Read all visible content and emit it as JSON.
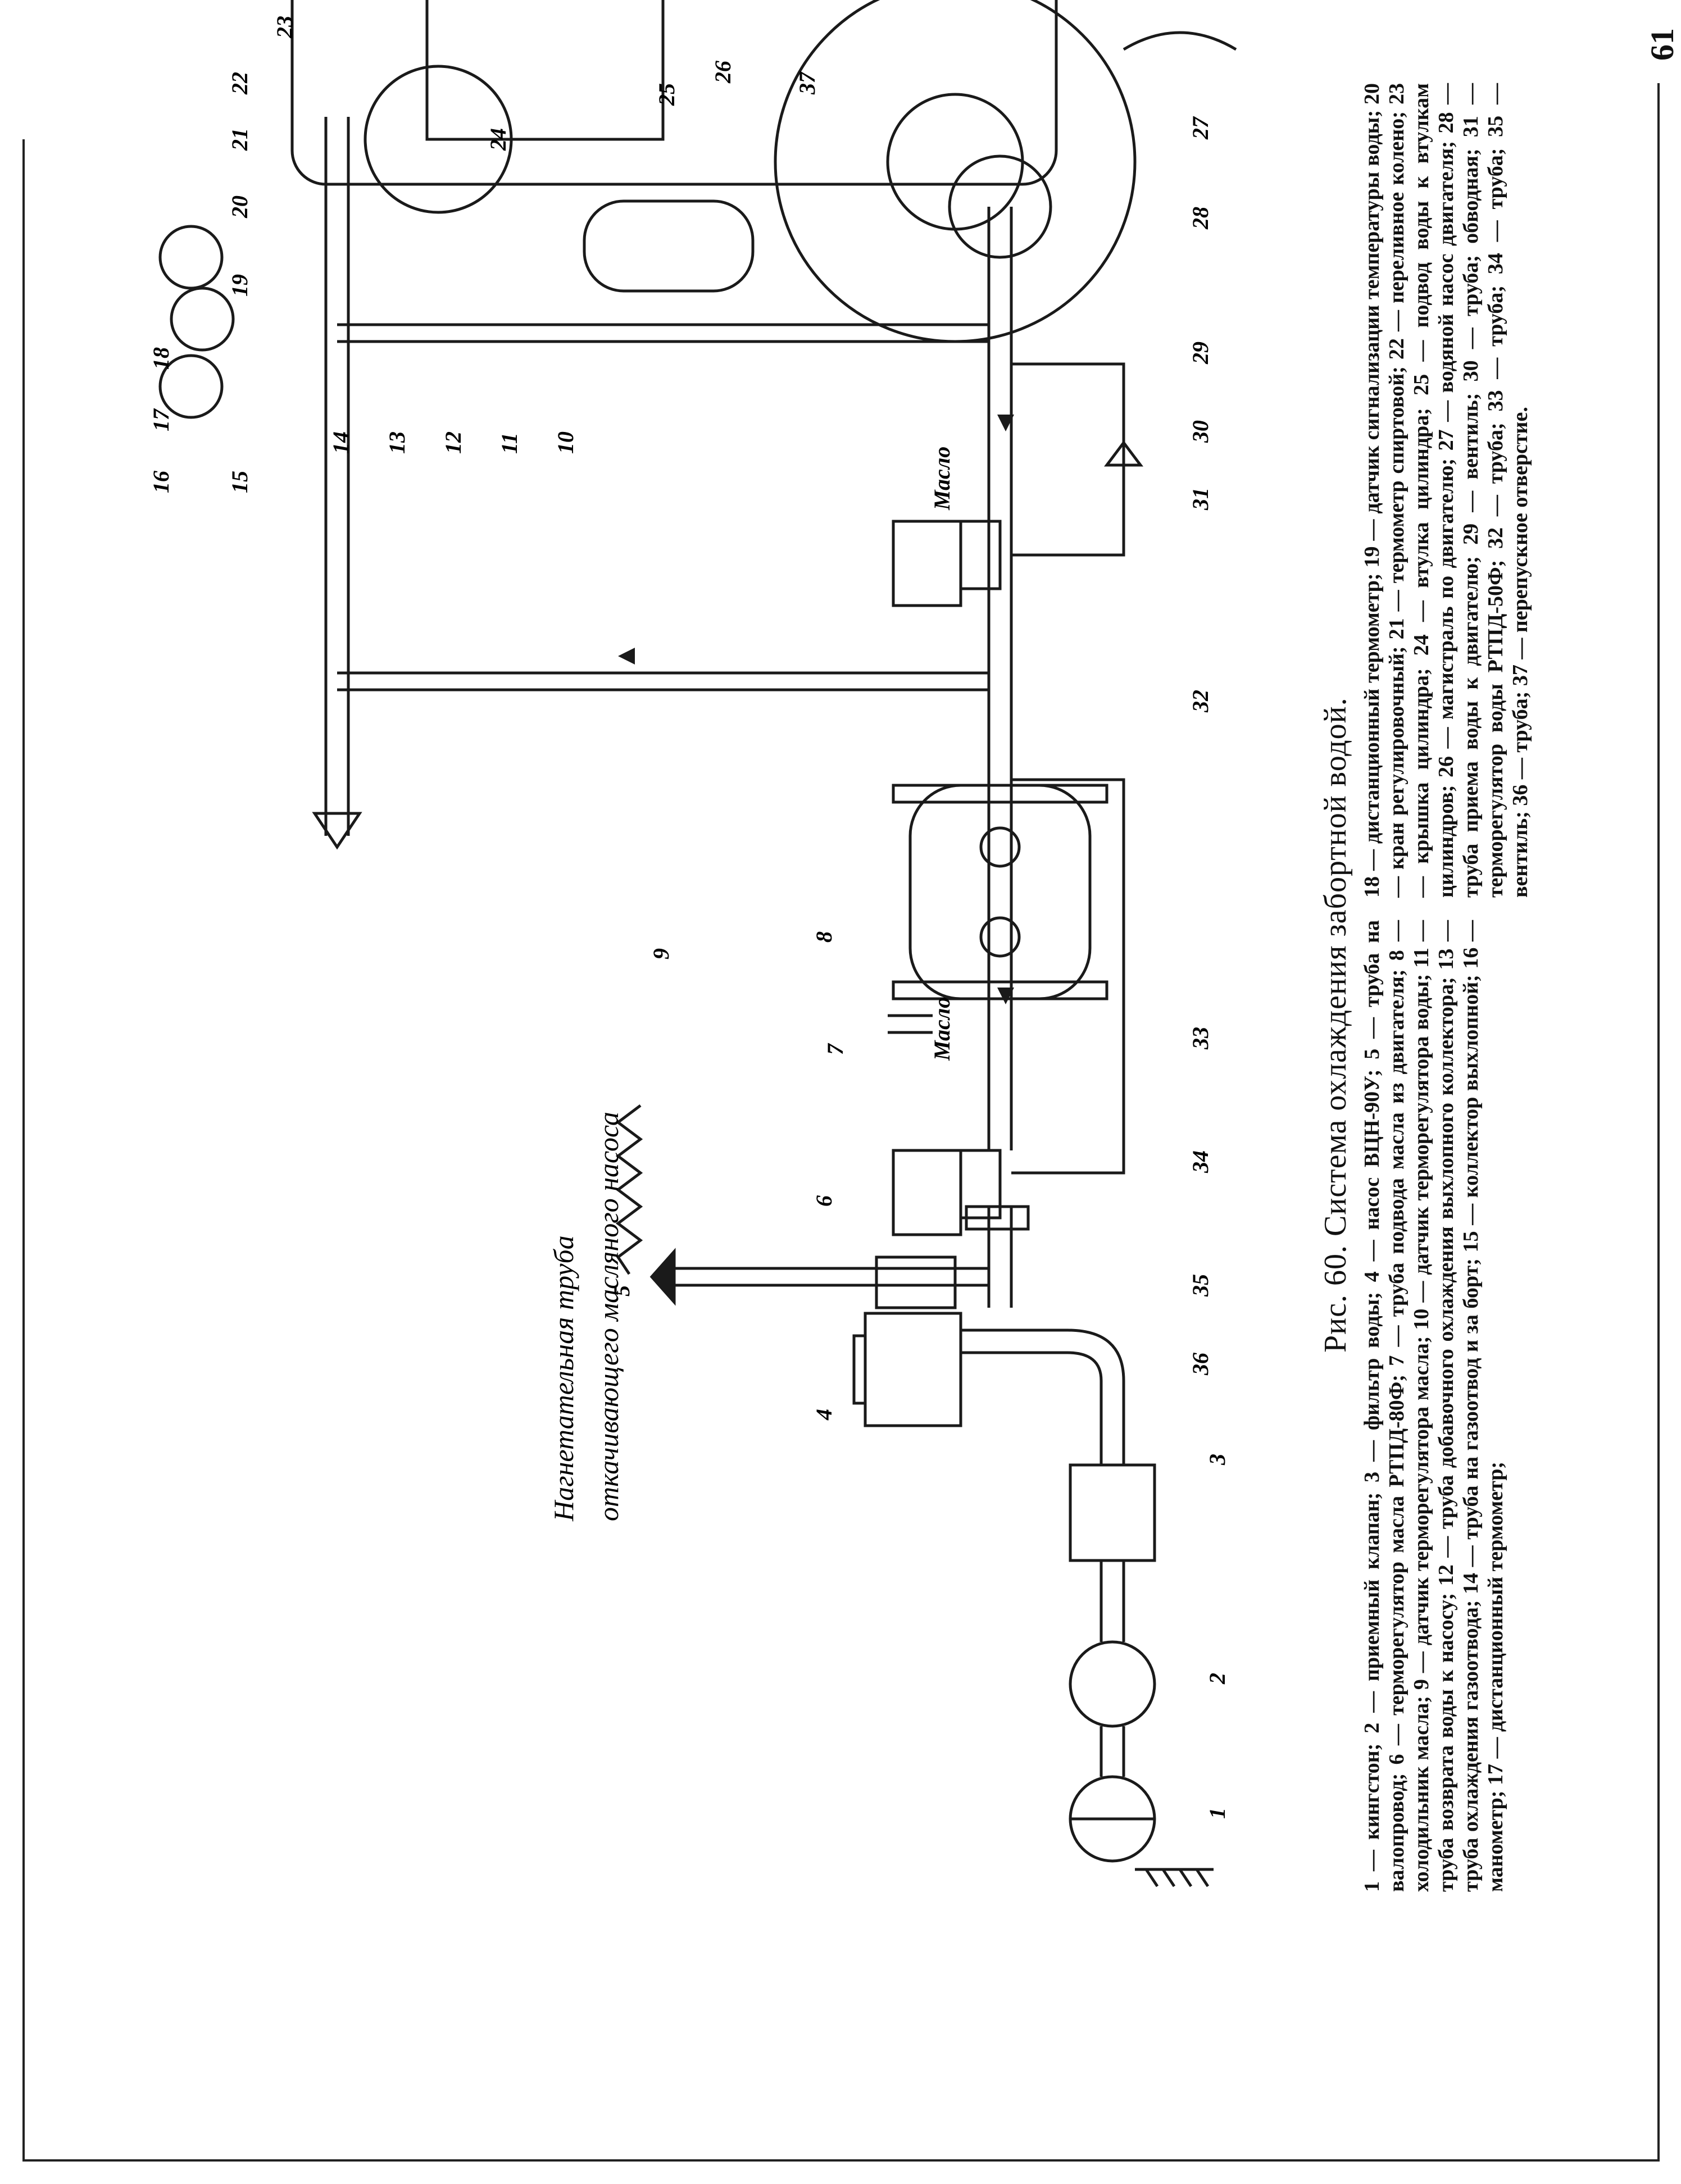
{
  "page_number": "61",
  "figure": {
    "caption": "Рис. 60. Система охлаждения забортной водой.",
    "legend_left": "1 — кингстон; 2 — приемный клапан; 3 — фильтр воды; 4 — насос ВЦН-90У; 5 — труба на валопровод; 6 — терморегулятор масла РТПД-80Ф; 7 — труба подвода масла из двигателя; 8 — холодильник масла; 9 — датчик терморегулятора масла; 10 — датчик терморегулятора воды; 11 — труба возврата воды к насосу; 12 — труба добавочного охлаждения выхлопного коллектора; 13 — труба охлаждения газоотвода; 14 — труба на газоотвод и за борт; 15 — коллектор выхлопной; 16 — манометр; 17 — дистанционный термометр;",
    "legend_right": "18 — дистанционный термометр; 19 — датчик сигнализации температуры воды; 20 — кран регулировочный; 21 — термометр спиртовой; 22 — переливное колено; 23 — крышка цилиндра; 24 — втулка цилиндра; 25 — подвод воды к втулкам цилиндров; 26 — магистраль по двигателю; 27 — водяной насос двигателя; 28 — труба приема воды к двигателю; 29 — вентиль; 30 — труба; обводная; 31 — терморегулятор воды РТПД-50Ф; 32 — труба; 33 — труба; 34 — труба; 35 — вентиль; 36 — труба; 37 — перепускное отверстие."
  },
  "annotations": {
    "pipe_label_line1": "Нагнетательная труба",
    "pipe_label_line2": "откачивающего масляного насоса",
    "oil_label_a": "Масло",
    "oil_label_b": "Масло"
  },
  "callouts": [
    "1",
    "2",
    "3",
    "4",
    "5",
    "6",
    "7",
    "8",
    "9",
    "10",
    "11",
    "12",
    "13",
    "14",
    "15",
    "16",
    "17",
    "18",
    "19",
    "20",
    "21",
    "22",
    "23",
    "24",
    "25",
    "26",
    "27",
    "28",
    "29",
    "30",
    "31",
    "32",
    "33",
    "34",
    "35",
    "36",
    "37"
  ]
}
